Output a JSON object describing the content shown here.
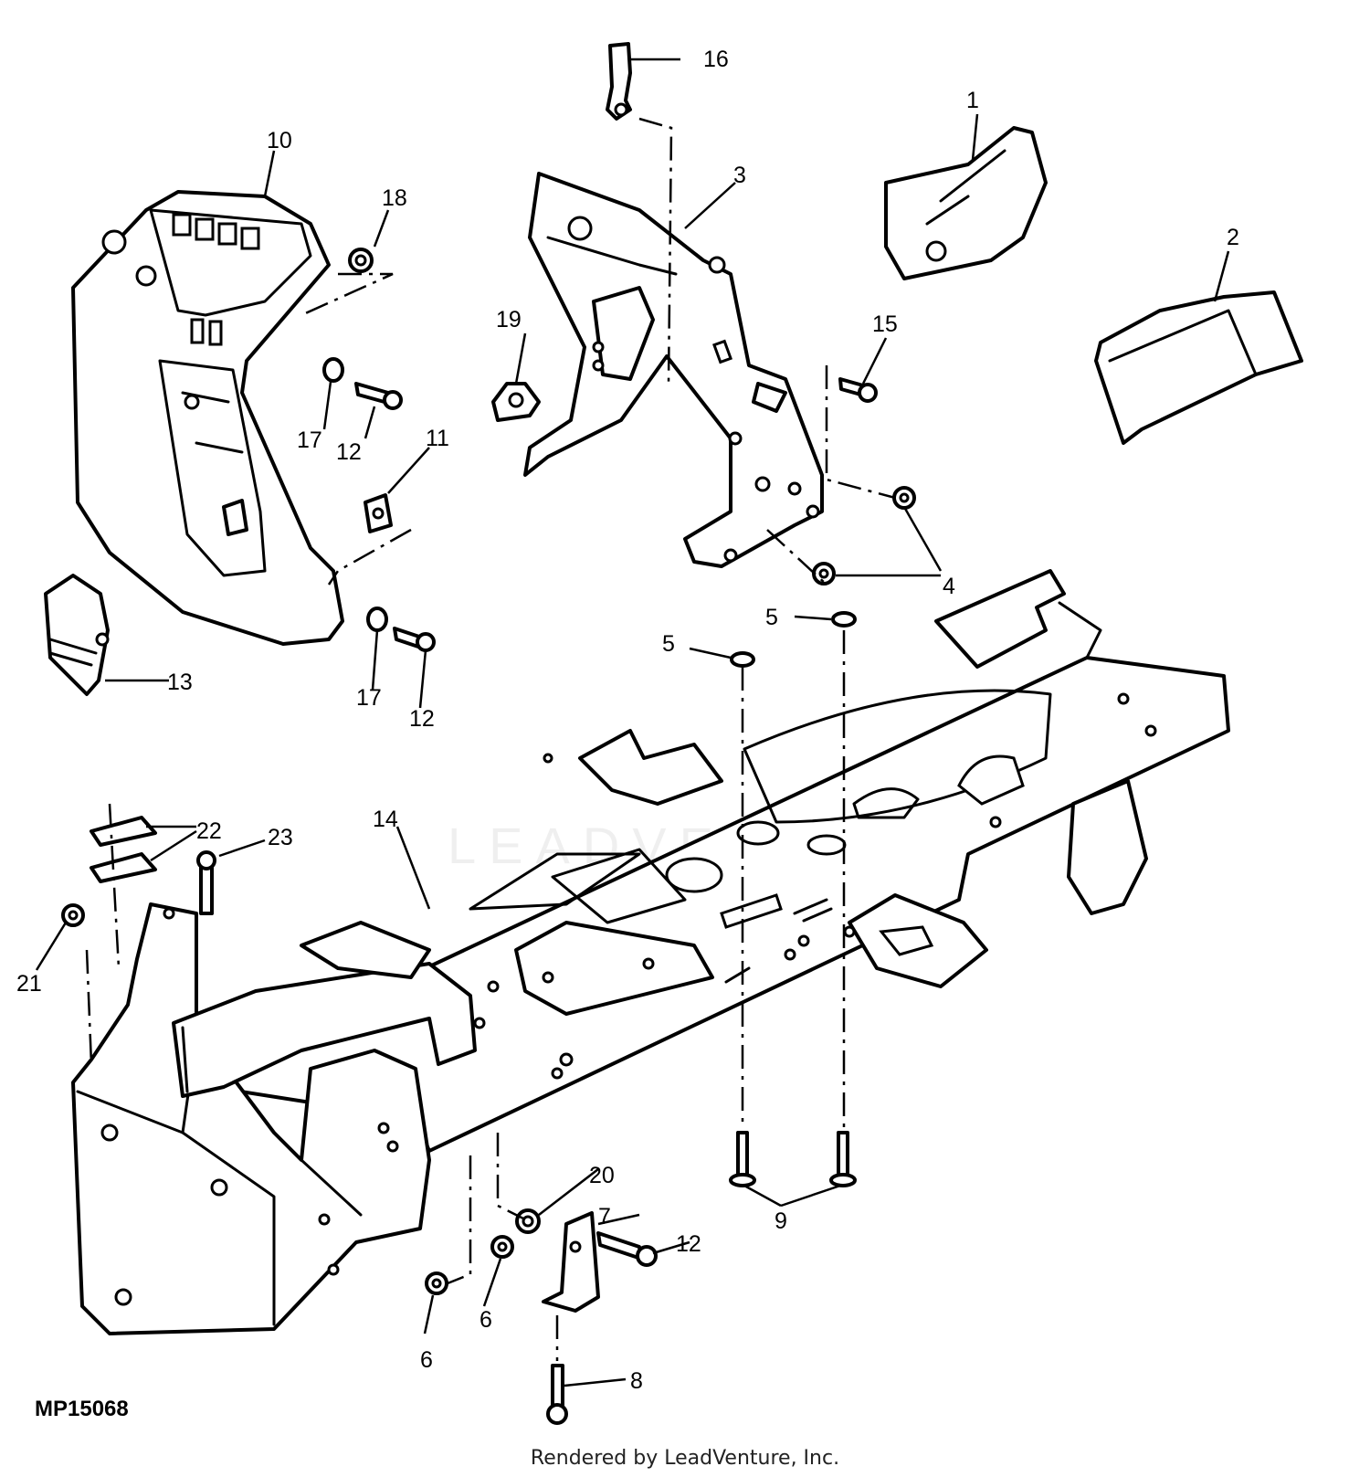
{
  "diagram": {
    "figure_id": "MP15068",
    "footer": "Rendered by LeadVenture, Inc.",
    "watermark": "LEADVENTURE",
    "callouts": [
      {
        "id": "c1",
        "label": "1"
      },
      {
        "id": "c2",
        "label": "2"
      },
      {
        "id": "c3",
        "label": "3"
      },
      {
        "id": "c4",
        "label": "4"
      },
      {
        "id": "c5a",
        "label": "5"
      },
      {
        "id": "c5b",
        "label": "5"
      },
      {
        "id": "c6a",
        "label": "6"
      },
      {
        "id": "c6b",
        "label": "6"
      },
      {
        "id": "c7",
        "label": "7"
      },
      {
        "id": "c8",
        "label": "8"
      },
      {
        "id": "c9",
        "label": "9"
      },
      {
        "id": "c10",
        "label": "10"
      },
      {
        "id": "c11",
        "label": "11"
      },
      {
        "id": "c12a",
        "label": "12"
      },
      {
        "id": "c12b",
        "label": "12"
      },
      {
        "id": "c12c",
        "label": "12"
      },
      {
        "id": "c13",
        "label": "13"
      },
      {
        "id": "c14",
        "label": "14"
      },
      {
        "id": "c15",
        "label": "15"
      },
      {
        "id": "c16",
        "label": "16"
      },
      {
        "id": "c17a",
        "label": "17"
      },
      {
        "id": "c17b",
        "label": "17"
      },
      {
        "id": "c18",
        "label": "18"
      },
      {
        "id": "c19",
        "label": "19"
      },
      {
        "id": "c20",
        "label": "20"
      },
      {
        "id": "c21",
        "label": "21"
      },
      {
        "id": "c22",
        "label": "22"
      },
      {
        "id": "c23",
        "label": "23"
      }
    ]
  }
}
